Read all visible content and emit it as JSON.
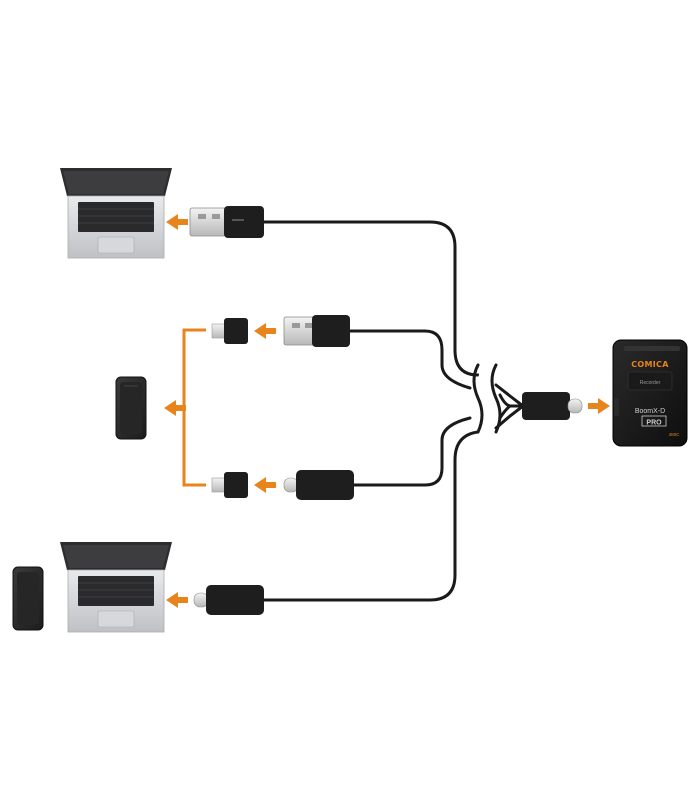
{
  "device": {
    "brand": "COMICA",
    "screen_text": "Recorder",
    "model": "BoomX-D",
    "edition": "PRO",
    "badge": "4MIC"
  },
  "colors": {
    "arrow": "#e8841c",
    "cable": "#1a1a1a",
    "laptop_body": "#c8c9cc",
    "device_body": "#151515"
  }
}
